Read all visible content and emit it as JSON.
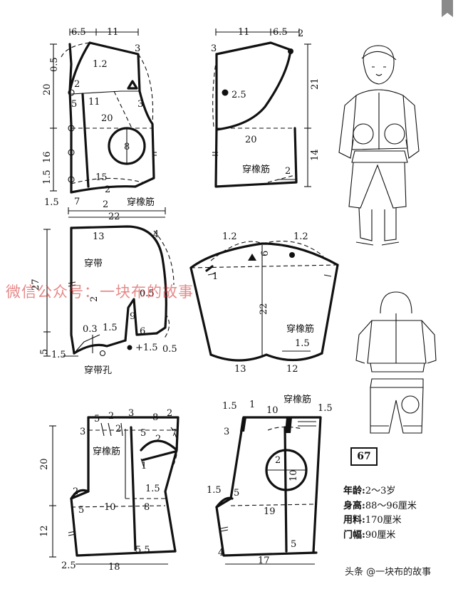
{
  "badge": "67",
  "watermark": "微信公众号：一块布的故事",
  "credit": "头条 @一块布的故事",
  "specs": [
    {
      "label": "年龄:",
      "value": "2～3岁"
    },
    {
      "label": "身高:",
      "value": "88～96厘米"
    },
    {
      "label": "用料:",
      "value": "170厘米"
    },
    {
      "label": "门幅:",
      "value": "90厘米"
    }
  ],
  "text_labels": {
    "elastic": "穿橡筋",
    "tie": "穿带",
    "tie_hole": "穿带孔"
  },
  "front_bodice": {
    "dims": [
      "6.5",
      "11",
      "1.2",
      "0.5",
      "3",
      "2",
      "20",
      "5",
      "11",
      "3",
      "20",
      "16",
      "8",
      "15",
      "1.5",
      "7",
      "2",
      "1.5",
      "2",
      "22"
    ]
  },
  "back_bodice": {
    "dims": [
      "11",
      "6.5",
      "2",
      "3",
      "2.5",
      "21",
      "20",
      "14",
      "2"
    ]
  },
  "hood": {
    "dims": [
      "13",
      "27",
      "2",
      "0.5",
      "0.3",
      "1.5",
      "6",
      "9",
      "+1.5",
      "0.5",
      "5",
      "1.5",
      "4"
    ]
  },
  "sleeve": {
    "dims": [
      "1.2",
      "1.2",
      "1",
      "6",
      "22",
      "1.5",
      "13",
      "12"
    ]
  },
  "back_trouser": {
    "dims": [
      "5",
      "2",
      "3",
      "8",
      "2",
      "3",
      "2",
      "2",
      "5",
      "7",
      "1",
      "20",
      "1.5",
      "2",
      "5",
      "10",
      "8",
      "12",
      "5.5",
      "2.5",
      "18"
    ]
  },
  "front_trouser": {
    "dims": [
      "1.5",
      "1",
      "10",
      "1.5",
      "3",
      "2",
      "10",
      "1.5",
      "5",
      "19",
      "4",
      "5",
      "17"
    ]
  }
}
